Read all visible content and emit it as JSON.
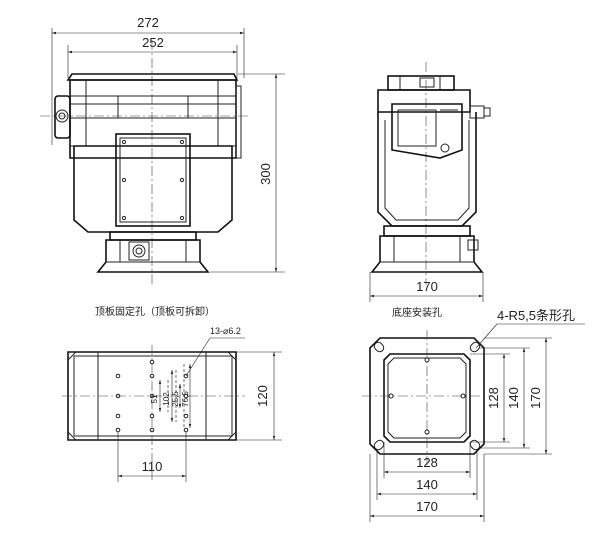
{
  "front_view": {
    "width_outer": "272",
    "width_inner": "252",
    "height": "300"
  },
  "side_view": {
    "base_width": "170"
  },
  "top_plate": {
    "title": "顶板固定孔（顶板可拆卸）",
    "hole_callout": "13-⌀6.2",
    "dim_51": "51",
    "dim_102": "102",
    "dim_25_5": "25,5",
    "dim_76_5": "76,5",
    "dim_120": "120",
    "dim_110": "110"
  },
  "base_plate": {
    "title": "底座安装孔",
    "slot_callout": "4-R5,5条形孔",
    "dim_128_v": "128",
    "dim_140_v": "140",
    "dim_170_v": "170",
    "dim_128_h": "128",
    "dim_140_h": "140",
    "dim_170_h": "170"
  }
}
